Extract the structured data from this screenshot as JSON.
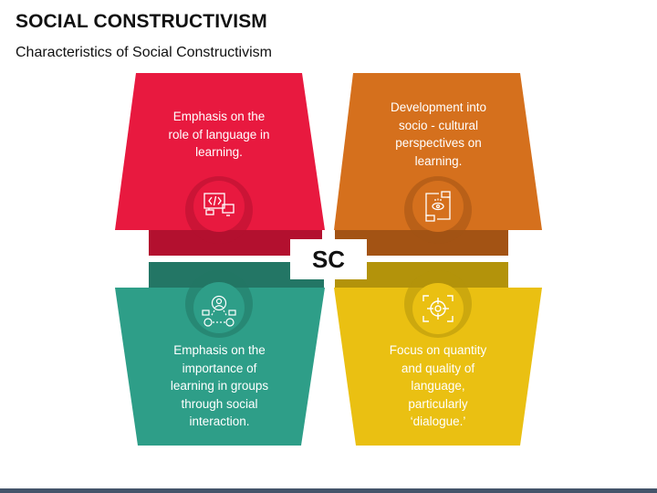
{
  "header": {
    "title": "SOCIAL CONSTRUCTIVISM",
    "subtitle": "Characteristics of Social Constructivism"
  },
  "center": {
    "label": "SC"
  },
  "cards": [
    {
      "id": "top-left",
      "text": "Emphasis on the role of language in learning.",
      "lines": [
        "Emphasis on the",
        "role of language in",
        "learning."
      ],
      "icon": "code-monitor-icon",
      "color": "#E8193F",
      "dark_color": "#B3102F"
    },
    {
      "id": "top-right",
      "text": "Development into socio - cultural perspectives on learning.",
      "lines": [
        "Development into",
        "socio - cultural",
        "perspectives on",
        "learning."
      ],
      "icon": "perspective-eye-hands-icon",
      "color": "#D5701D",
      "dark_color": "#A35314"
    },
    {
      "id": "bottom-left",
      "text": "Emphasis on the importance of learning in groups through social interaction.",
      "lines": [
        "Emphasis on the",
        "importance of",
        "learning in groups",
        "through social",
        "interaction."
      ],
      "icon": "group-network-icon",
      "color": "#2E9E88",
      "dark_color": "#237665"
    },
    {
      "id": "bottom-right",
      "text": "Focus on quantity and quality of language, particularly ‘dialogue.’",
      "lines": [
        "Focus on quantity",
        "and quality of",
        "language,",
        "particularly",
        "‘dialogue.’"
      ],
      "icon": "target-focus-icon",
      "color": "#EAC012",
      "dark_color": "#B3930B"
    }
  ],
  "footer": {
    "bar_color": "#44546A"
  }
}
